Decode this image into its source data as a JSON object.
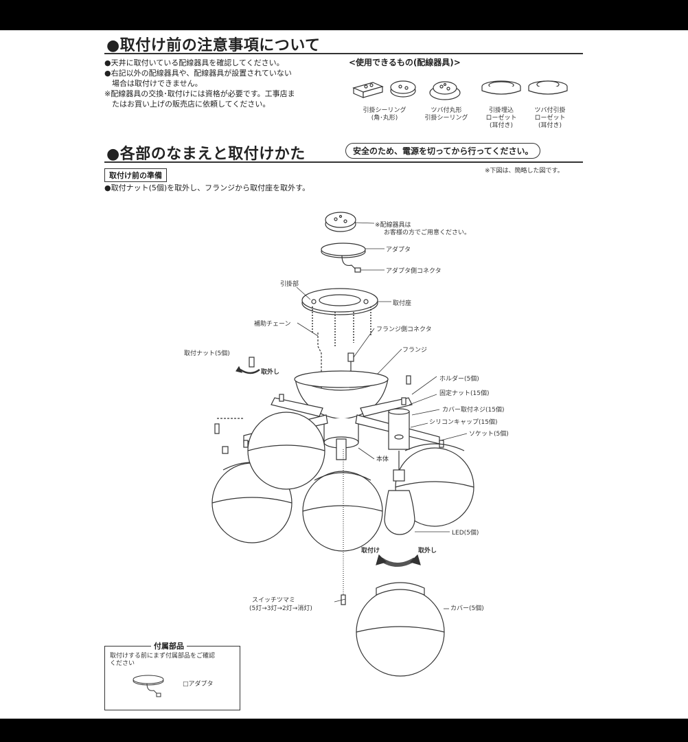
{
  "section1": {
    "title": "●取付け前の注意事項について",
    "notes": [
      "●天井に取付いている配線器具を確認してください。",
      "●右記以外の配線器具や、配線器具が設置されていない",
      "　場合は取付けできません。",
      "※配線器具の交換･取付けには資格が必要です。工事店ま",
      "　たはお買い上げの販売店に依頼してください。"
    ],
    "usable_title": "<使用できるもの(配線器具)>",
    "devices": [
      {
        "line1": "引掛シーリング",
        "line2": "(角･丸形)"
      },
      {
        "line1": "ツバ付丸形",
        "line2": "引掛シーリング"
      },
      {
        "line1": "引掛埋込",
        "line2": "ローゼット",
        "line3": "(耳付き)"
      },
      {
        "line1": "ツバ付引掛",
        "line2": "ローゼット",
        "line3": "(耳付き)"
      }
    ]
  },
  "section2": {
    "title": "●各部のなまえと取付けかた",
    "safety_note": "安全のため、電源を切ってから行ってください。",
    "abbrev_note": "※下図は、簡略した図です。",
    "prep_label": "取付け前の準備",
    "prep_text": "●取付ナット(5個)を取外し、フランジから取付座を取外す。"
  },
  "diagram": {
    "wiring_note1": "※配線器具は",
    "wiring_note2": "お客様の方でご用意ください。",
    "adapter": "アダプタ",
    "adapter_connector": "アダプタ側コネクタ",
    "hook": "引掛部",
    "mount_base": "取付座",
    "aux_chain": "補助チェーン",
    "flange_connector": "フランジ側コネクタ",
    "mount_nut": "取付ナット(5個)",
    "remove": "取外し",
    "flange": "フランジ",
    "holder": "ホルダー(5個)",
    "fix_nut": "固定ナット(15個)",
    "cover_screw": "カバー取付ネジ(15個)",
    "silicone_cap": "シリコンキャップ(15個)",
    "socket": "ソケット(5個)",
    "body": "本体",
    "led": "LED(5個)",
    "attach": "取付け",
    "detach": "取外し",
    "switch1": "スイッチツマミ",
    "switch2": "(5灯→3灯→2灯→消灯)",
    "cover": "カバー(5個)"
  },
  "accessories": {
    "title": "付属部品",
    "text1": "取付けする前にまず付属部品をご確認",
    "text2": "ください",
    "item": "□アダプタ"
  }
}
